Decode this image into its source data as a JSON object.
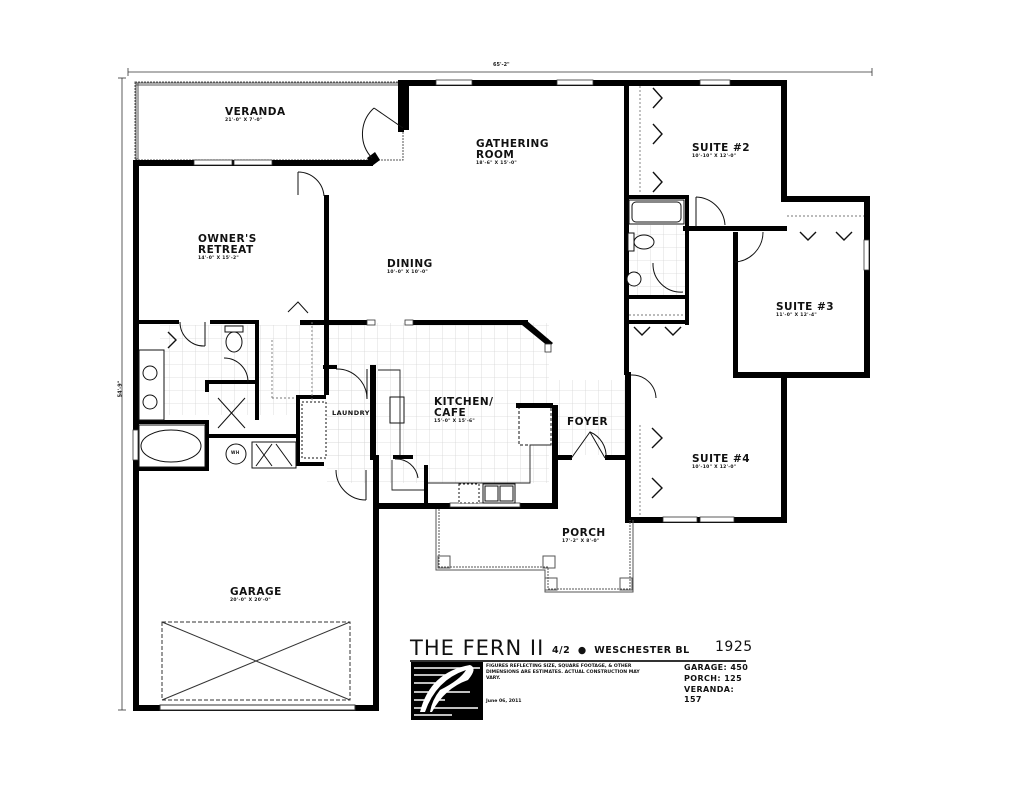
{
  "plan": {
    "name": "THE FERN II",
    "bed_bath": "4/2",
    "address": "WESCHESTER BL",
    "total_sqft": "1925",
    "overall_width_dim": "65'-2\"",
    "overall_depth_dim": "54'-9\"",
    "disclaimer": "FIGURES REFLECTING SIZE, SQUARE FOOTAGE, & OTHER DIMENSIONS ARE ESTIMATES. ACTUAL CONSTRUCTION MAY VARY.",
    "date": "June 06, 2011",
    "areas": [
      {
        "label": "GARAGE:",
        "value": "450"
      },
      {
        "label": "PORCH:",
        "value": "125"
      },
      {
        "label": "VERANDA:",
        "value": "157"
      }
    ],
    "logo": "fern-logo-icon"
  },
  "rooms": {
    "veranda": {
      "name": "VERANDA",
      "dim": "21'-0\" x 7'-0\""
    },
    "gathering": {
      "name_line1": "GATHERING",
      "name_line2": "ROOM",
      "dim": "18'-6\" x 15'-0\""
    },
    "owners": {
      "name_line1": "OWNER'S",
      "name_line2": "RETREAT",
      "dim": "14'-0\" x 15'-2\""
    },
    "dining": {
      "name": "DINING",
      "dim": "10'-0\" x 10'-0\""
    },
    "suite2": {
      "name": "SUITE #2",
      "dim": "10'-10\" x 12'-0\""
    },
    "suite3": {
      "name": "SUITE #3",
      "dim": "11'-0\" x 12'-4\""
    },
    "suite4": {
      "name": "SUITE #4",
      "dim": "10'-10\" x 12'-0\""
    },
    "kitchen": {
      "name_line1": "KITCHEN/",
      "name_line2": "CAFE",
      "dim": "15'-0\" x 15'-6\""
    },
    "laundry": {
      "name": "LAUNDRY"
    },
    "foyer": {
      "name": "FOYER"
    },
    "porch": {
      "name": "PORCH",
      "dim": "17'-2\" x 8'-0\""
    },
    "garage": {
      "name": "GARAGE",
      "dim": "20'-0\" x 20'-0\""
    },
    "water_heater": {
      "name": "WH"
    }
  },
  "colors": {
    "wall": "#000000",
    "grid": "#d8d8d8",
    "line": "#222222",
    "background": "#ffffff"
  }
}
